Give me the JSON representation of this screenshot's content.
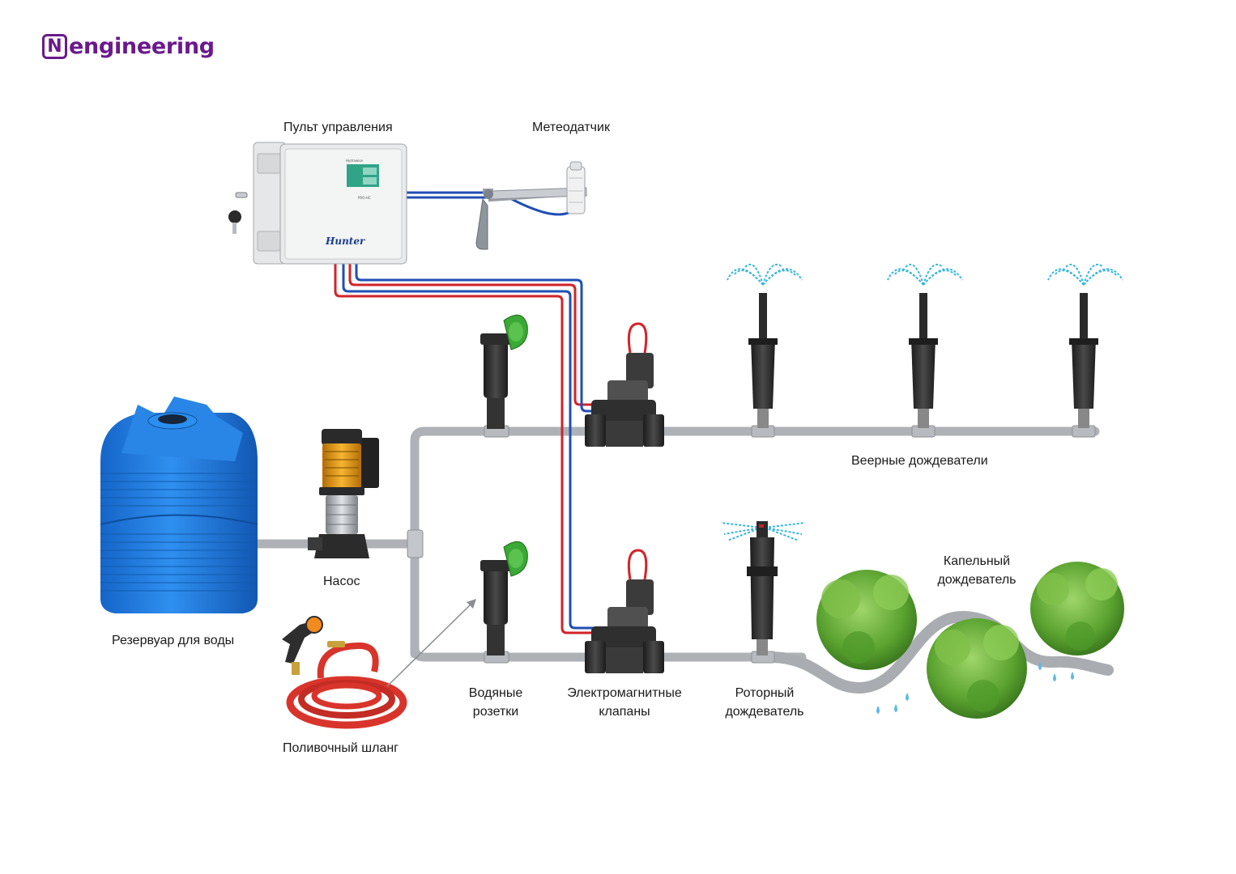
{
  "brand": {
    "logo_letter": "N",
    "logo_text": "engineering",
    "color": "#6a1a8c"
  },
  "controller": {
    "brand_text": "Hunter",
    "model_text": "PRO-HC"
  },
  "labels": {
    "controller": "Пульт управления",
    "weather_sensor": "Метеодатчик",
    "tank": "Резервуар для воды",
    "pump": "Насос",
    "hose": "Поливочный шланг",
    "water_outlets_1": "Водяные",
    "water_outlets_2": "розетки",
    "solenoid_valves_1": "Электромагнитные",
    "solenoid_valves_2": "клапаны",
    "rotor_1": "Роторный",
    "rotor_2": "дождеватель",
    "spray_heads": "Веерные дождеватели",
    "drip_1": "Капельный",
    "drip_2": "дождеватель"
  },
  "colors": {
    "pipe": "#aeb2b7",
    "wire_red": "#d2232a",
    "wire_blue": "#1f4fb5",
    "tank": "#1e7be0",
    "pump_body": "#f0a21a",
    "cap_green": "#3aa935",
    "water_spray": "#39b6dc",
    "foliage": "#6fb43a",
    "hose": "#d9342b"
  }
}
